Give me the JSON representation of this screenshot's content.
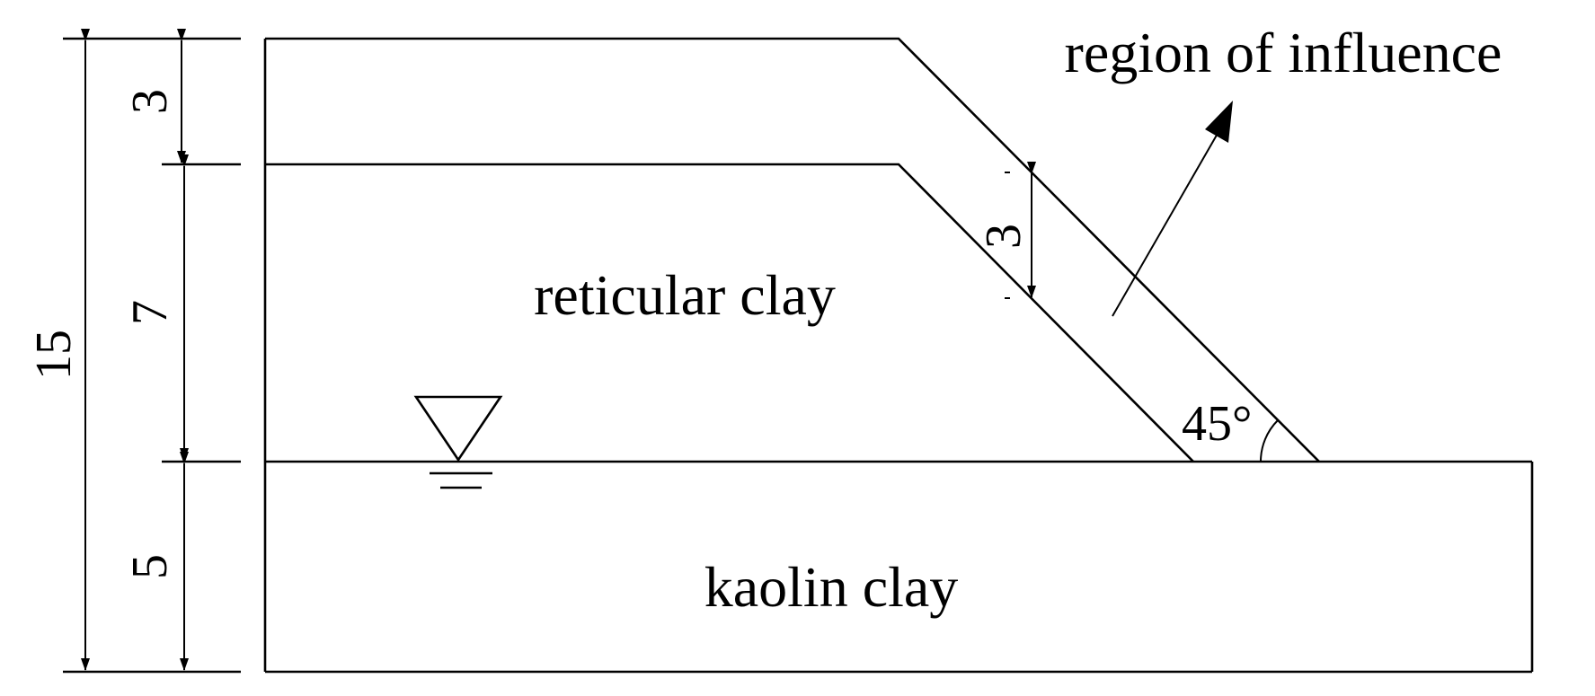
{
  "labels": {
    "region": "region of influence",
    "reticular": "reticular clay",
    "kaolin": "kaolin clay",
    "angle": "45°"
  },
  "dimensions": {
    "total": "15",
    "top_layer": "3",
    "middle_layer": "7",
    "bottom_layer": "5",
    "band_width": "3"
  },
  "colors": {
    "line": "#000000",
    "background": "#ffffff"
  }
}
